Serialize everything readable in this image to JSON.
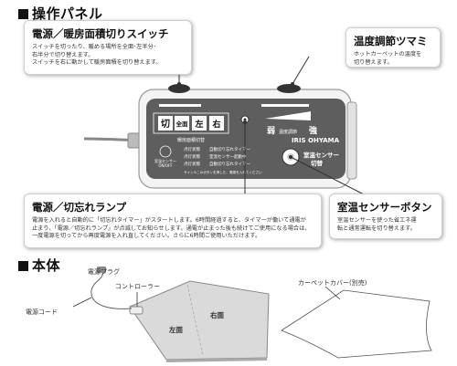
{
  "section_operation_panel": "操作パネル",
  "section_main_unit": "本体",
  "callouts": {
    "power_area": {
      "title": "電源／暖房面積切りスイッチ",
      "lines": [
        "スイッチを切ったり、暖める場所を全面･左半分･",
        "右半分で切り替えます。",
        "スイッチを右に動かして暖房面積を切り替えます。"
      ]
    },
    "temp_dial": {
      "title": "温度調節ツマミ",
      "lines": [
        "ホットカーペットの温度を",
        "切り替えます。"
      ]
    },
    "off_lamp": {
      "title": "電源／切忘れランプ",
      "lines": [
        "電源を入れると自動的に「切忘れタイマー」がスタートします。6時間経過すると、タイマーが働いて通電が",
        "止まり、「電源／切忘れランプ」が点滅してお知らせします。通電が止まった後も続けてご使用になる場合は、",
        "一度電源を切ってから再度電源を入れ直してください。さらに6時間ご使用いただけます。"
      ]
    },
    "room_sensor": {
      "title": "室温センサーボタン",
      "lines": [
        "室温センサーを使った省エネ運",
        "転と通常運転を切り替えます。"
      ]
    }
  },
  "panel": {
    "brand": "IRIS OHYAMA",
    "weak": "弱",
    "strong": "強",
    "temp_label": "温度調節",
    "area_label": "暖房面積切替",
    "off": "切",
    "full": "全面",
    "left": "左",
    "right": "右",
    "sensor_line1": "室温センサー",
    "sensor_line2": "切替",
    "sensor_caption1": "室温センサー",
    "sensor_caption2": "ON/OFF",
    "info_rows": [
      [
        "点灯状態",
        "自動切り忘れタイマー"
      ],
      [
        "点灯状態",
        "室温センサー起動中"
      ],
      [
        "点灯状態",
        "自動切り忘れタイマー"
      ]
    ],
    "note": "サイン①このボタンを押した、電源を入れてください"
  },
  "body_labels": {
    "plug": "電源プラグ",
    "controller": "コントローラー",
    "cord": "電源コード",
    "left_side": "左面",
    "right_side": "右面",
    "cover": "カーペットカバー(別売)"
  },
  "colors": {
    "panel_body": "#f3f3f3",
    "panel_dark": "#5c5c5c",
    "carpet": "#d9d9d9"
  }
}
